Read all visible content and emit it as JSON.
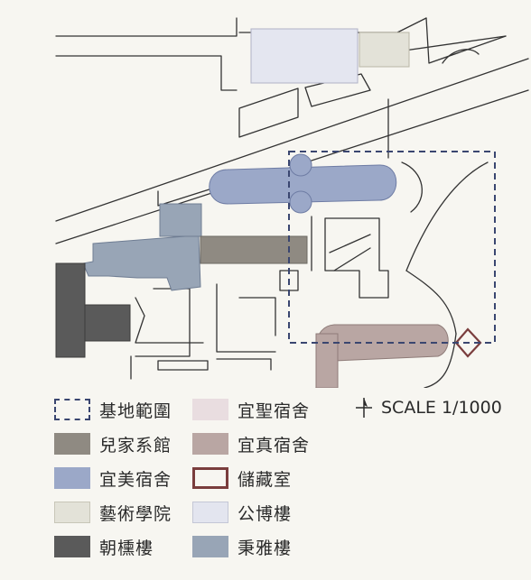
{
  "legend": {
    "items": [
      {
        "key": "site",
        "label": "基地範圍",
        "color": "#3a4670",
        "style": "dashed"
      },
      {
        "key": "children",
        "label": "兒家系館",
        "color": "#8f8a82",
        "style": "fill"
      },
      {
        "key": "yimei",
        "label": "宜美宿舍",
        "color": "#9ba8c8",
        "style": "fill"
      },
      {
        "key": "art",
        "label": "藝術學院",
        "color": "#e3e2d8",
        "style": "fill"
      },
      {
        "key": "chaoxin",
        "label": "朝櫄樓",
        "color": "#5a5a5a",
        "style": "fill"
      },
      {
        "key": "yisheng",
        "label": "宜聖宿舍",
        "color": "#e9dde0",
        "style": "fill"
      },
      {
        "key": "yizhen",
        "label": "宜真宿舍",
        "color": "#b9a6a3",
        "style": "fill"
      },
      {
        "key": "storage",
        "label": "儲藏室",
        "color": "#7a3d3d",
        "style": "outline"
      },
      {
        "key": "gongbo",
        "label": "公博樓",
        "color": "#e3e5ef",
        "style": "fill"
      },
      {
        "key": "jianya",
        "label": "秉雅樓",
        "color": "#98a5b6",
        "style": "fill"
      }
    ]
  },
  "scale": {
    "label": "SCALE 1/1000",
    "icon": "north-arrow-icon"
  }
}
